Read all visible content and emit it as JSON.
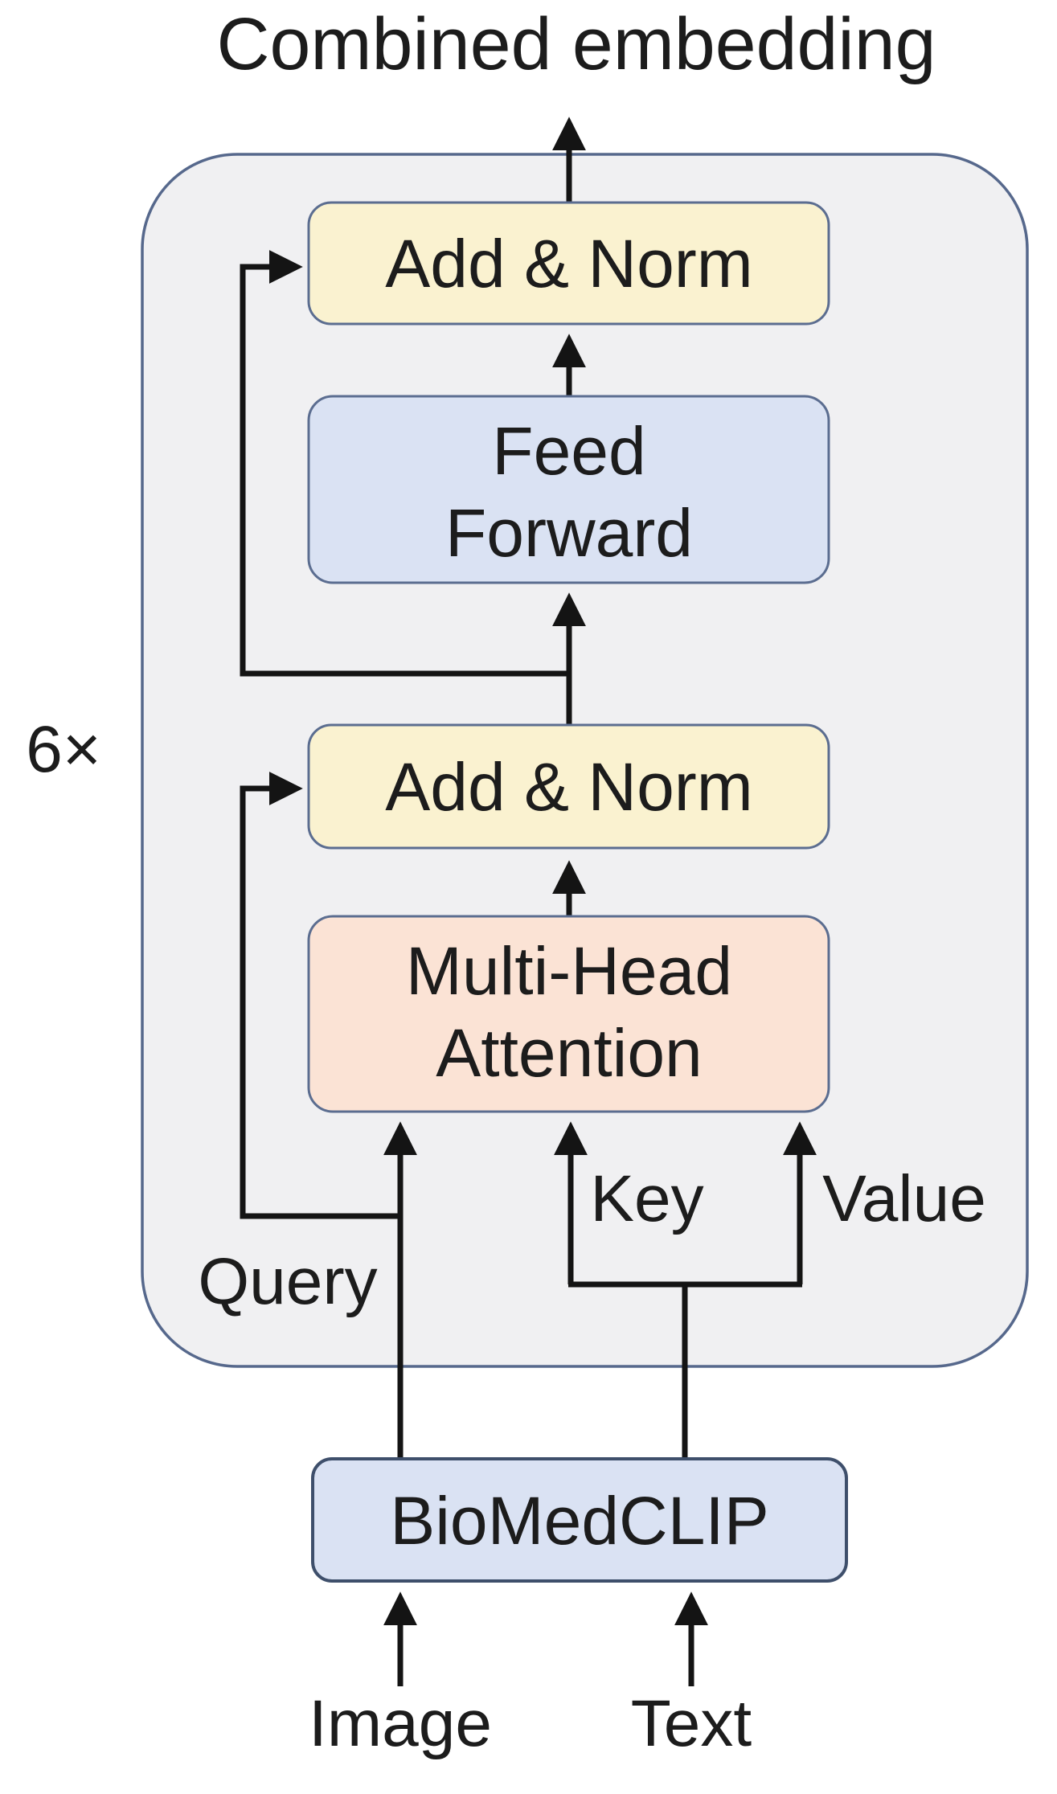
{
  "title": "Combined embedding",
  "loop_label": "6×",
  "blocks": {
    "add_norm_top": {
      "label": "Add & Norm"
    },
    "feed_forward": {
      "line1": "Feed",
      "line2": "Forward"
    },
    "add_norm_bottom": {
      "label": "Add & Norm"
    },
    "multi_head_attention": {
      "line1": "Multi-Head",
      "line2": "Attention"
    },
    "biomedclip": {
      "label": "BioMedCLIP"
    }
  },
  "arrow_labels": {
    "query": "Query",
    "key": "Key",
    "value": "Value"
  },
  "inputs": {
    "image": "Image",
    "text": "Text"
  },
  "colors": {
    "container_fill": "#f0f0f2",
    "container_border": "#56688c",
    "box_border": "#5b6d90",
    "norm_fill": "#faf2d0",
    "blue_fill": "#dae2f3",
    "attention_fill": "#fbe3d5",
    "biomed_border": "#3e4f6b",
    "line": "#141414",
    "text": "#1c1c1c"
  }
}
